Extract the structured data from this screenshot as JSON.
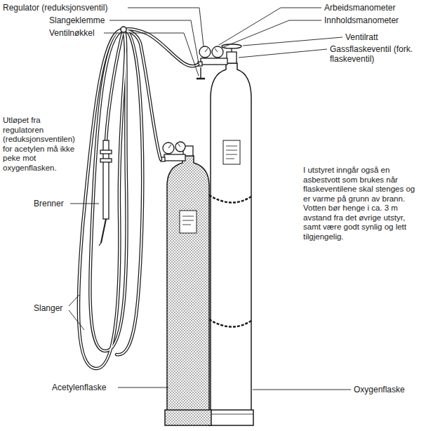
{
  "diagram": {
    "labels": [
      "Regulator (reduksjonsventil)",
      "Slangeklemme",
      "Ventilnøkkel",
      "Arbeidsmanometer",
      "Innholdsmanometer",
      "Ventilratt",
      "Gassflaskeventil (fork. flaskeventil)",
      "Utløpet fra regulatoren (reduksjonsventilen) for acetylen må ikke peke mot oxygenflasken.",
      "I utstyret inngår også en asbestvott som brukes når flaskeventilene skal stenges og er varme på grunn av brann. Votten bør henge i ca. 3 m avstand fra det øvrige utstyr, samt være godt synlig og lett tilgjengelig.",
      "Brenner",
      "Slanger",
      "Acetylenflaske",
      "Oxygenflaske"
    ]
  }
}
